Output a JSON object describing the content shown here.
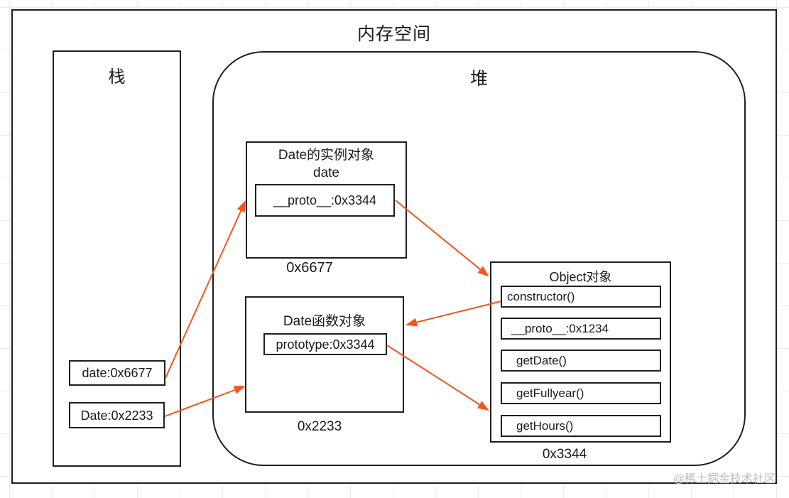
{
  "title": "内存空间",
  "colors": {
    "arrow": "#f5541c",
    "border": "#1f1f1f",
    "watermark": "#bdbdbd"
  },
  "stack": {
    "label": "栈",
    "items": [
      {
        "label": "date:0x6677"
      },
      {
        "label": "Date:0x2233"
      }
    ]
  },
  "heap": {
    "label": "堆",
    "date_instance": {
      "title_line1": "Date的实例对象",
      "title_line2": "date",
      "slot": "__proto__:0x3344",
      "address": "0x6677"
    },
    "date_function": {
      "title": "Date函数对象",
      "slot": "prototype:0x3344",
      "address": "0x2233"
    },
    "object": {
      "title": "Object对象",
      "rows": [
        "constructor()",
        "__proto__:0x1234",
        "getDate()",
        "getFullyear()",
        "getHours()"
      ],
      "address": "0x3344"
    }
  },
  "watermark": "@稀土掘金技术社区"
}
